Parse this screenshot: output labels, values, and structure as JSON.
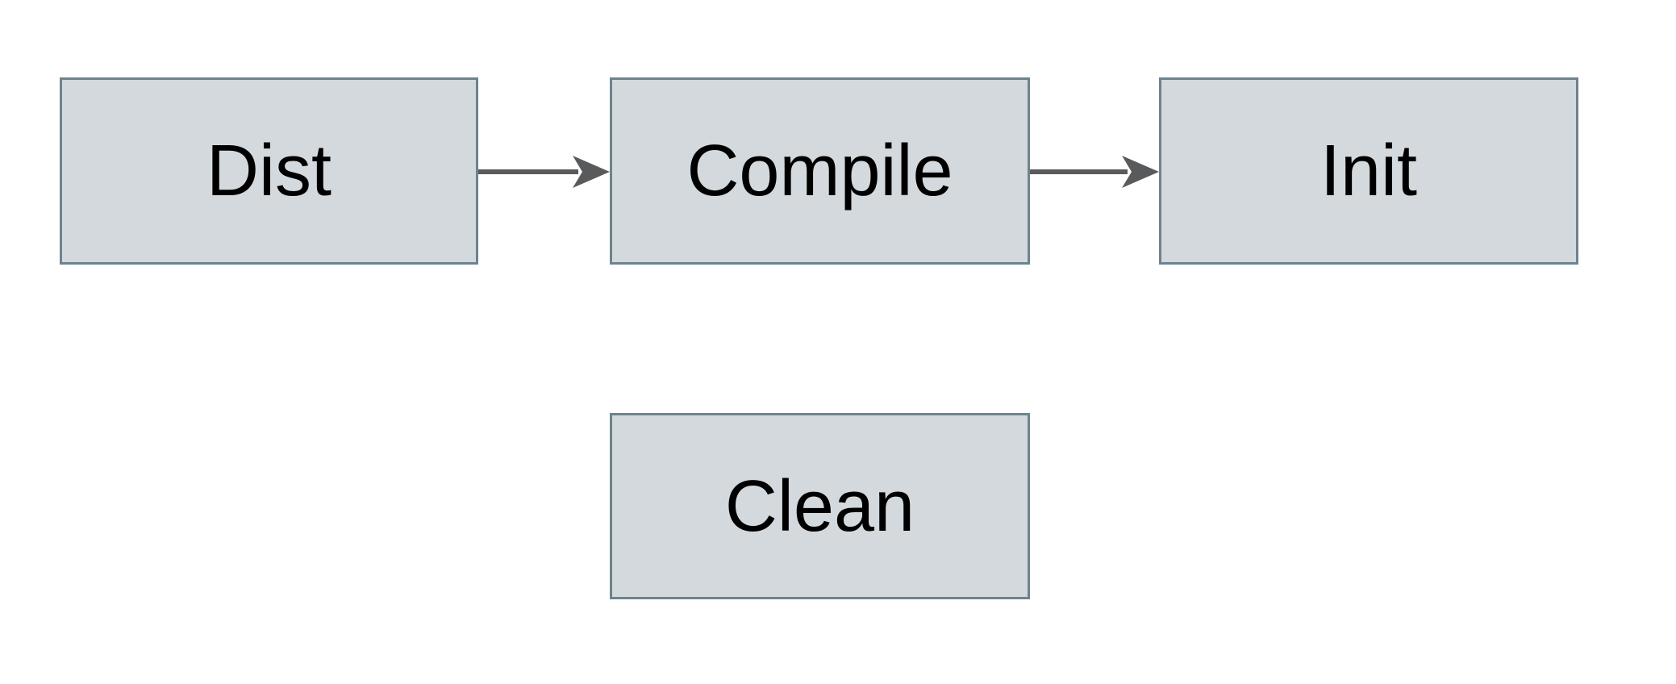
{
  "theme": {
    "background": "#ffffff",
    "box_fill": "#d3d9dc",
    "box_border": "#6d838f",
    "arrow_color": "#595a5c",
    "text_color": "#000000"
  },
  "diagram": {
    "type": "flowchart",
    "nodes": {
      "dist": {
        "label": "Dist"
      },
      "compile": {
        "label": "Compile"
      },
      "init": {
        "label": "Init"
      },
      "clean": {
        "label": "Clean"
      }
    },
    "edges": [
      {
        "from": "Dist",
        "to": "Compile",
        "direction": "right"
      },
      {
        "from": "Compile",
        "to": "Init",
        "direction": "right"
      }
    ]
  }
}
